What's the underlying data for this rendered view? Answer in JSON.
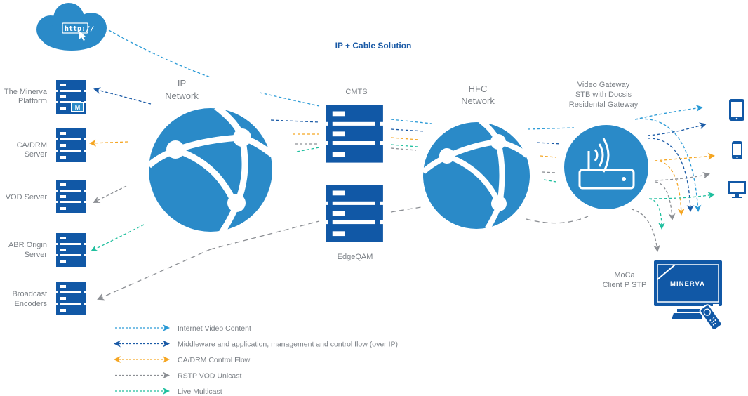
{
  "title": "IP + Cable Solution",
  "colors": {
    "server": "#1158a6",
    "globe": "#2a8ac8",
    "internet": "#2a9ad6",
    "middleware": "#1a5aa6",
    "cadrm": "#f5a623",
    "vod": "#8c8f94",
    "multicast": "#1fbf9e",
    "label": "#7a7f85"
  },
  "cloud": {
    "icon": "http-cloud-icon",
    "text": "http://"
  },
  "servers": [
    {
      "id": "minerva-platform",
      "label_lines": [
        "The Minerva",
        "Platform"
      ],
      "badge": "M"
    },
    {
      "id": "ca-drm-server",
      "label_lines": [
        "CA/DRM",
        "Server"
      ]
    },
    {
      "id": "vod-server",
      "label_lines": [
        "VOD Server"
      ]
    },
    {
      "id": "abr-origin-server",
      "label_lines": [
        "ABR Origin",
        "Server"
      ]
    },
    {
      "id": "broadcast-encoders",
      "label_lines": [
        "Broadcast",
        "Encoders"
      ]
    }
  ],
  "networks": {
    "ip": {
      "label_lines": [
        "IP",
        "Network"
      ]
    },
    "hfc": {
      "label_lines": [
        "HFC",
        "Network"
      ]
    }
  },
  "cmts": {
    "label": "CMTS"
  },
  "edgeqam": {
    "label": "EdgeQAM"
  },
  "gateway": {
    "label_lines": [
      "Video Gateway",
      "STB with Docsis",
      "Residental Gateway"
    ]
  },
  "devices": [
    "tablet",
    "smartphone",
    "monitor"
  ],
  "moca": {
    "label_lines": [
      "MoCa",
      "Client P STP"
    ],
    "screen_text": "MINERVA"
  },
  "legend": [
    {
      "label": "Internet Video Content",
      "color_key": "internet",
      "bidirectional": false
    },
    {
      "label": "Middleware and application, management and control flow (over IP)",
      "color_key": "middleware",
      "bidirectional": true
    },
    {
      "label": "CA/DRM Control Flow",
      "color_key": "cadrm",
      "bidirectional": true
    },
    {
      "label": "RSTP VOD Unicast",
      "color_key": "vod",
      "bidirectional": false
    },
    {
      "label": "Live Multicast",
      "color_key": "multicast",
      "bidirectional": false
    }
  ]
}
